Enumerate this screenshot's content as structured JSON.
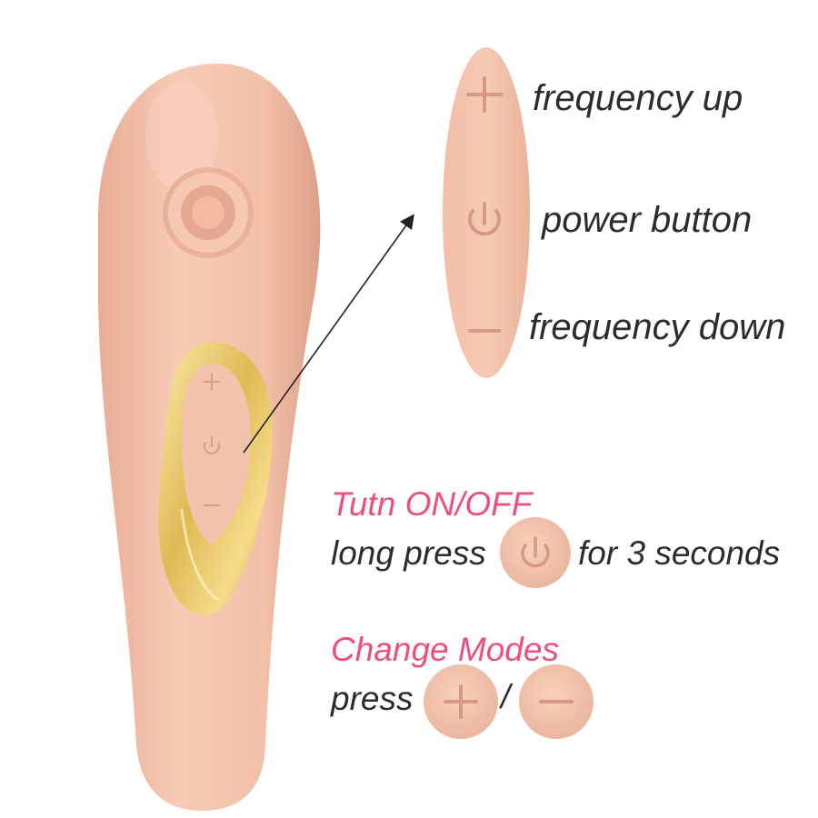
{
  "callouts": {
    "frequency_up": "frequency up",
    "power_button": "power button",
    "frequency_down": "frequency down"
  },
  "instructions": {
    "turn_on_off_title": "Tutn ON/OFF",
    "long_press_prefix": "long press",
    "long_press_suffix": "for 3 seconds",
    "change_modes_title": "Change Modes",
    "press_prefix": "press",
    "separator": "/"
  },
  "icons": {
    "plus": "plus-icon",
    "power": "power-icon",
    "minus": "minus-icon"
  },
  "colors": {
    "body": "#f4c3ac",
    "gold": "#e8c868",
    "accent_pink": "#ee4f7b",
    "text": "#2f2b2b"
  }
}
